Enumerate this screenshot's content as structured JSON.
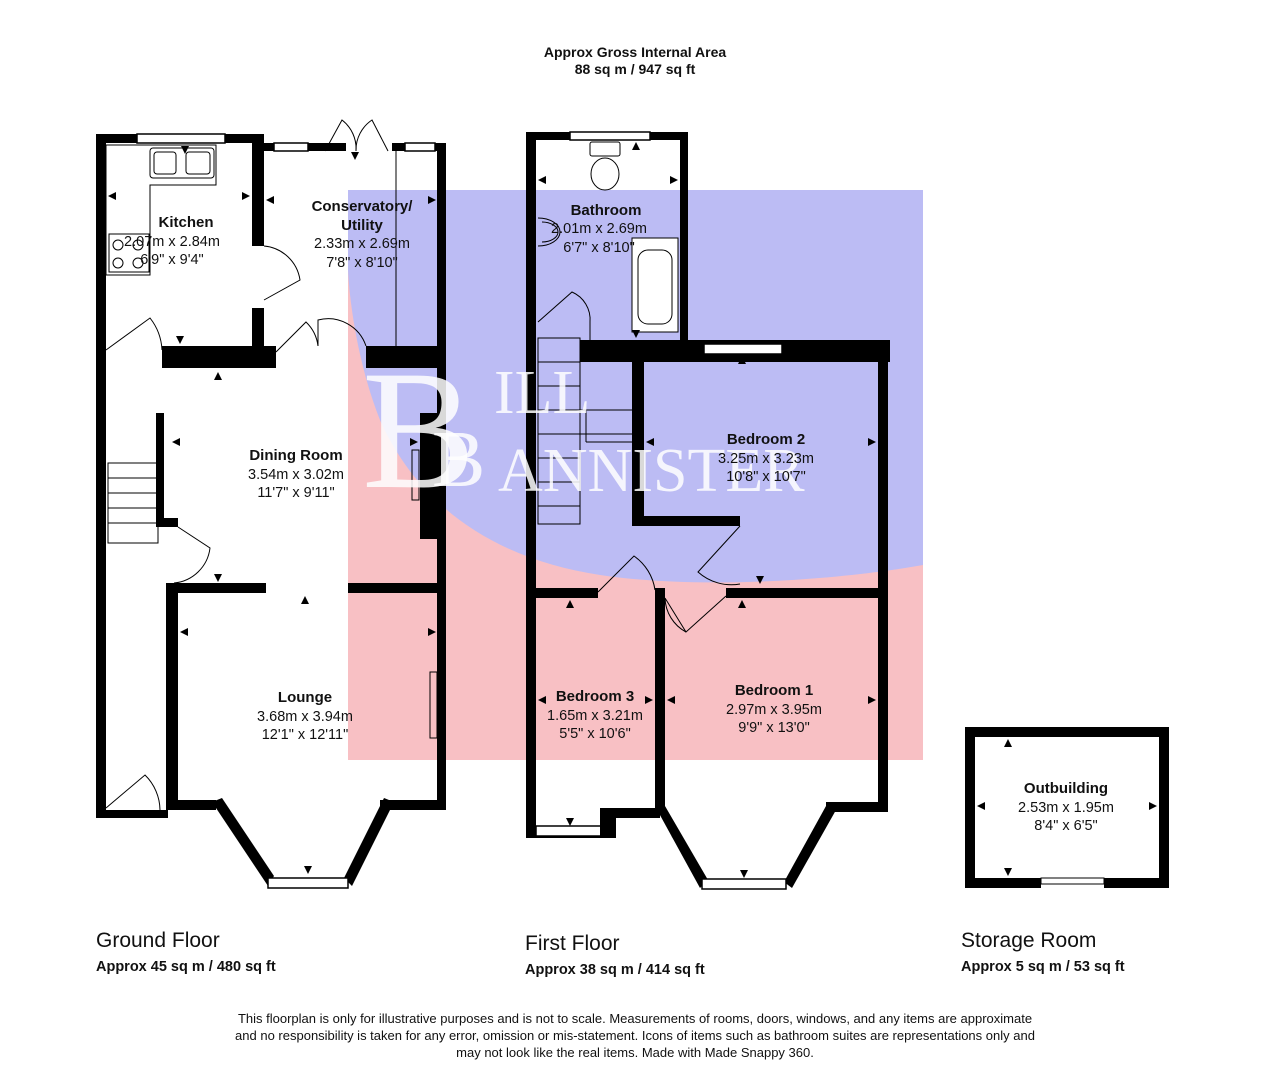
{
  "header": {
    "title": "Approx Gross Internal Area",
    "area": "88 sq m / 947 sq ft"
  },
  "watermark": {
    "text_initial": "B",
    "text_top": "ILL",
    "text_bottom_initial": "B",
    "text_bottom": "ANNISTER",
    "colors": {
      "blue": "#b8b8f2",
      "pink": "#f8bcc0"
    }
  },
  "floors": [
    {
      "name": "Ground Floor",
      "area": "Approx 45 sq m / 480 sq ft"
    },
    {
      "name": "First Floor",
      "area": "Approx 38 sq m / 414 sq ft"
    },
    {
      "name": "Storage Room",
      "area": "Approx 5 sq m / 53 sq ft"
    }
  ],
  "rooms": {
    "kitchen": {
      "name": "Kitchen",
      "metric": "2.07m x 2.84m",
      "imperial": "6'9\" x 9'4\""
    },
    "conservatory": {
      "name_line1": "Conservatory/",
      "name_line2": "Utility",
      "metric": "2.33m x 2.69m",
      "imperial": "7'8\" x 8'10\""
    },
    "dining": {
      "name": "Dining Room",
      "metric": "3.54m x 3.02m",
      "imperial": "11'7\" x 9'11\""
    },
    "lounge": {
      "name": "Lounge",
      "metric": "3.68m x 3.94m",
      "imperial": "12'1\" x 12'11\""
    },
    "bathroom": {
      "name": "Bathroom",
      "metric": "2.01m x 2.69m",
      "imperial": "6'7\" x 8'10\""
    },
    "bedroom2": {
      "name": "Bedroom 2",
      "metric": "3.25m x 3.23m",
      "imperial": "10'8\" x 10'7\""
    },
    "bedroom3": {
      "name": "Bedroom 3",
      "metric": "1.65m x 3.21m",
      "imperial": "5'5\" x 10'6\""
    },
    "bedroom1": {
      "name": "Bedroom 1",
      "metric": "2.97m x 3.95m",
      "imperial": "9'9\" x 13'0\""
    },
    "outbuilding": {
      "name": "Outbuilding",
      "metric": "2.53m x 1.95m",
      "imperial": "8'4\" x 6'5\""
    }
  },
  "disclaimer": {
    "line1": "This floorplan is only for illustrative purposes and is not to scale. Measurements of rooms, doors, windows, and any items are approximate",
    "line2": "and no responsibility is taken for any error, omission or mis-statement. Icons of items such as bathroom suites are representations only and",
    "line3": "may not look like the real items. Made with Made Snappy 360."
  }
}
